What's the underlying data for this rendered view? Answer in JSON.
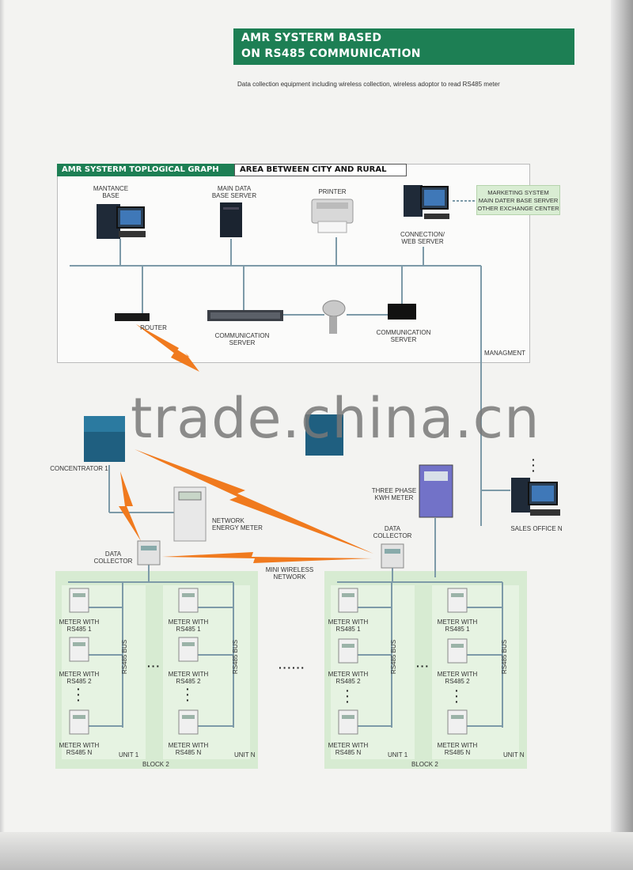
{
  "header": {
    "title_line1": "AMR SYSTERM BASED",
    "title_line2": "ON RS485 COMMUNICATION",
    "subtitle": "Data collection equipment including wireless collection, wireless adoptor to read RS485 meter"
  },
  "graph": {
    "tag": "AMR SYSTERM TOPLOGICAL GRAPH",
    "area": "AREA BETWEEN CITY AND RURAL"
  },
  "nodes": {
    "mantance_1": "MANTANCE",
    "mantance_2": "BASE",
    "maindb_1": "MAIN DATA",
    "maindb_2": "BASE SERVER",
    "printer": "PRINTER",
    "conn_1": "CONNECTION/",
    "conn_2": "WEB SERVER",
    "marketing_1": "MARKETING SYSTEM",
    "marketing_2": "MAIN DATER BASE SERVER",
    "marketing_3": "OTHER EXCHANGE CENTER",
    "router": "ROUTER",
    "comm1_1": "COMMUNICATION",
    "comm1_2": "SERVER",
    "comm2_1": "COMMUNICATION",
    "comm2_2": "SERVER",
    "managment": "MANAGMENT",
    "concentrator": "CONCENTRATOR 1",
    "network_1": "NETWORK",
    "network_2": "ENERGY METER",
    "three_1": "THREE PHASE",
    "three_2": "KWH METER",
    "collector_1": "DATA",
    "collector_2": "COLLECTOR",
    "sales": "SALES OFFICE N",
    "wireless_1": "MINI WIRELESS",
    "wireless_2": "NETWORK"
  },
  "meter": {
    "line1": "METER WITH",
    "rs1": "RS485 1",
    "rs2": "RS485 2",
    "rsn": "RS485 N",
    "bus": "RS485 BUS",
    "unit1": "UNIT 1",
    "unitn": "UNIT N",
    "block": "BLOCK 2"
  },
  "watermark": "trade.china.cn",
  "colors": {
    "accent": "#1d7f54",
    "block": "#d7ebd2",
    "wireless": "#f07a1e",
    "line": "#7d9aa8"
  }
}
